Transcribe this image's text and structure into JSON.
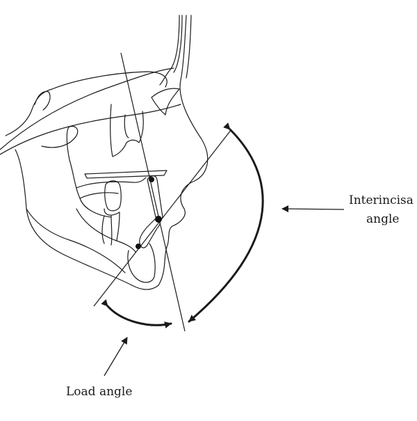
{
  "labels": {
    "interincisal_line1": "Interincisa",
    "interincisal_line2": "angle",
    "load_angle": "Load angle"
  }
}
